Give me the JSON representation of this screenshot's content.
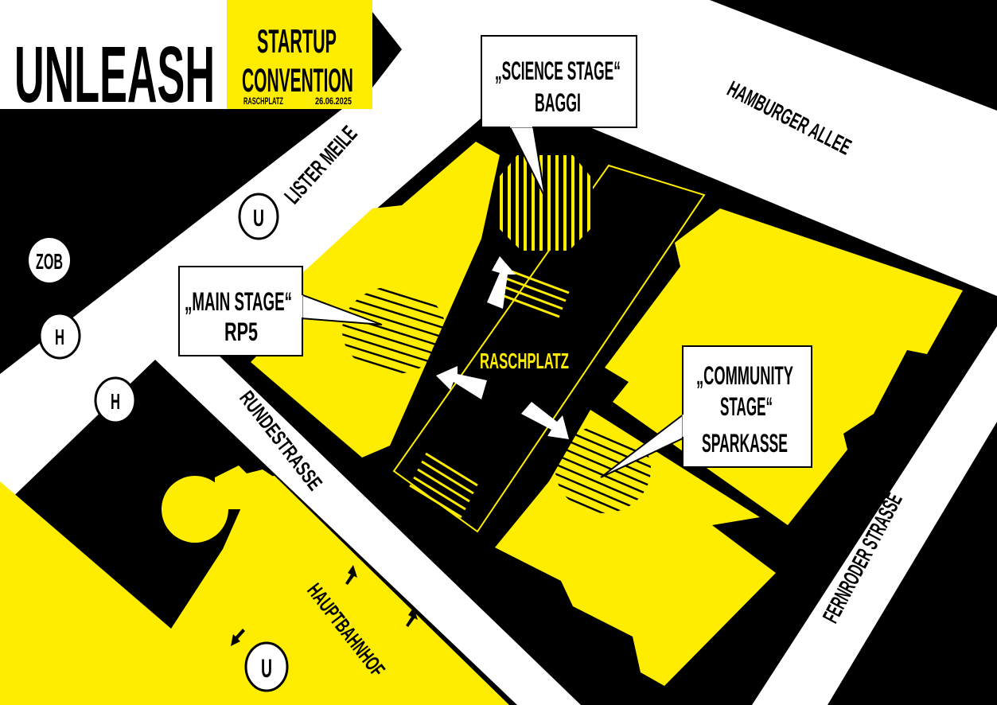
{
  "header": {
    "title": "UNLEASH",
    "event_line1": "STARTUP",
    "event_line2": "CONVENTION",
    "location": "RASCHPLATZ",
    "date": "26.06.2025"
  },
  "colors": {
    "accent": "#ffed00",
    "ink": "#000000",
    "paper": "#ffffff"
  },
  "stages": {
    "science": {
      "line1": "„SCIENCE STAGE“",
      "line2": "BAGGI"
    },
    "main": {
      "line1": "„MAIN STAGE“",
      "line2": "RP5"
    },
    "community": {
      "line1": "„COMMUNITY",
      "line2": "STAGE“",
      "line3": "SPARKASSE"
    }
  },
  "streets": {
    "lister": "LISTER MEILE",
    "hamburger": "HAMBURGER ALLEE",
    "runde": "RUNDESTRASSE",
    "fernroder": "FERNRODER STRASSE",
    "hbf": "HAUPTBAHNHOF",
    "raschplatz": "RASCHPLATZ"
  },
  "transit": {
    "u": "U",
    "zob": "ZOB",
    "h": "H"
  }
}
